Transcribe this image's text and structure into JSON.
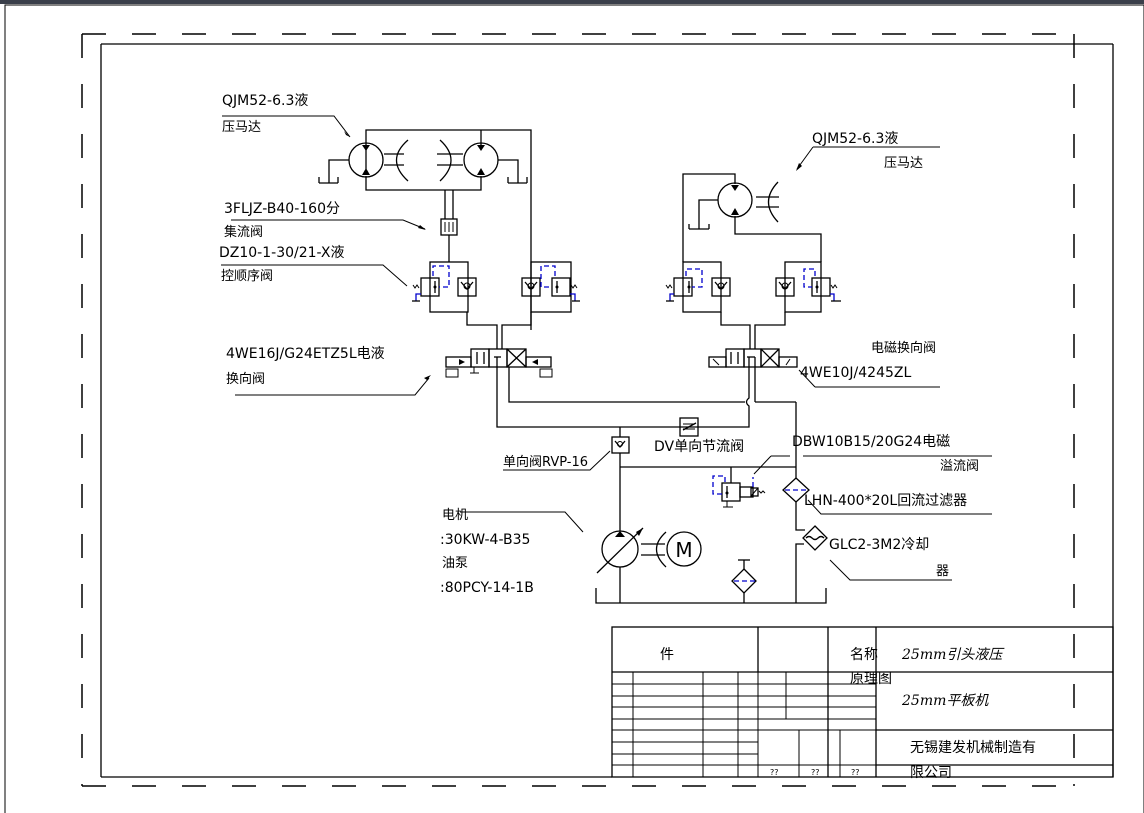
{
  "drawing": {
    "type": "hydraulic schematic",
    "labels": {
      "motor_left_line1": "QJM52-6.3液",
      "motor_left_line2": "压马达",
      "divider_line1": "3FLJZ-B40-160分",
      "divider_line2": "集流阀",
      "sequence_line1": "DZ10-1-30/21-X液",
      "sequence_line2": "控顺序阀",
      "dir_valve_left_line1": "4WE16J/G24ETZ5L电液",
      "dir_valve_left_line2": "换向阀",
      "check_valve": "单向阀RVP-16",
      "throttle_valve": "DV单向节流阀",
      "motor_right_line1": "QJM52-6.3液",
      "motor_right_line2": "压马达",
      "dir_valve_right_line1": "电磁换向阀",
      "dir_valve_right_line2": "4WE10J/4245ZL",
      "relief_line1": "DBW10B15/20G24电磁",
      "relief_line2": "溢流阀",
      "filter": "LHN-400*20L回流过滤器",
      "cooler_line1": "GLC2-3M2冷却",
      "cooler_line2": "器",
      "electric_motor_line1": "电机",
      "electric_motor_line2": ":30KW-4-B35",
      "pump_line1": "油泵",
      "pump_line2": ":80PCY-14-1B",
      "motor_symbol": "M"
    }
  },
  "title_block": {
    "part_header": "件",
    "name_label": "名称",
    "drawing_type": "原理图",
    "title_line1": "25mm引头液压",
    "title_line2": "25mm平板机",
    "company_line1": "无锡建发机械制造有",
    "company_line2": "限公司",
    "marks": [
      "??",
      "??",
      "??"
    ]
  },
  "colors": {
    "line": "#000000",
    "pilot_line": "#0000cc",
    "background": "#ffffff"
  }
}
